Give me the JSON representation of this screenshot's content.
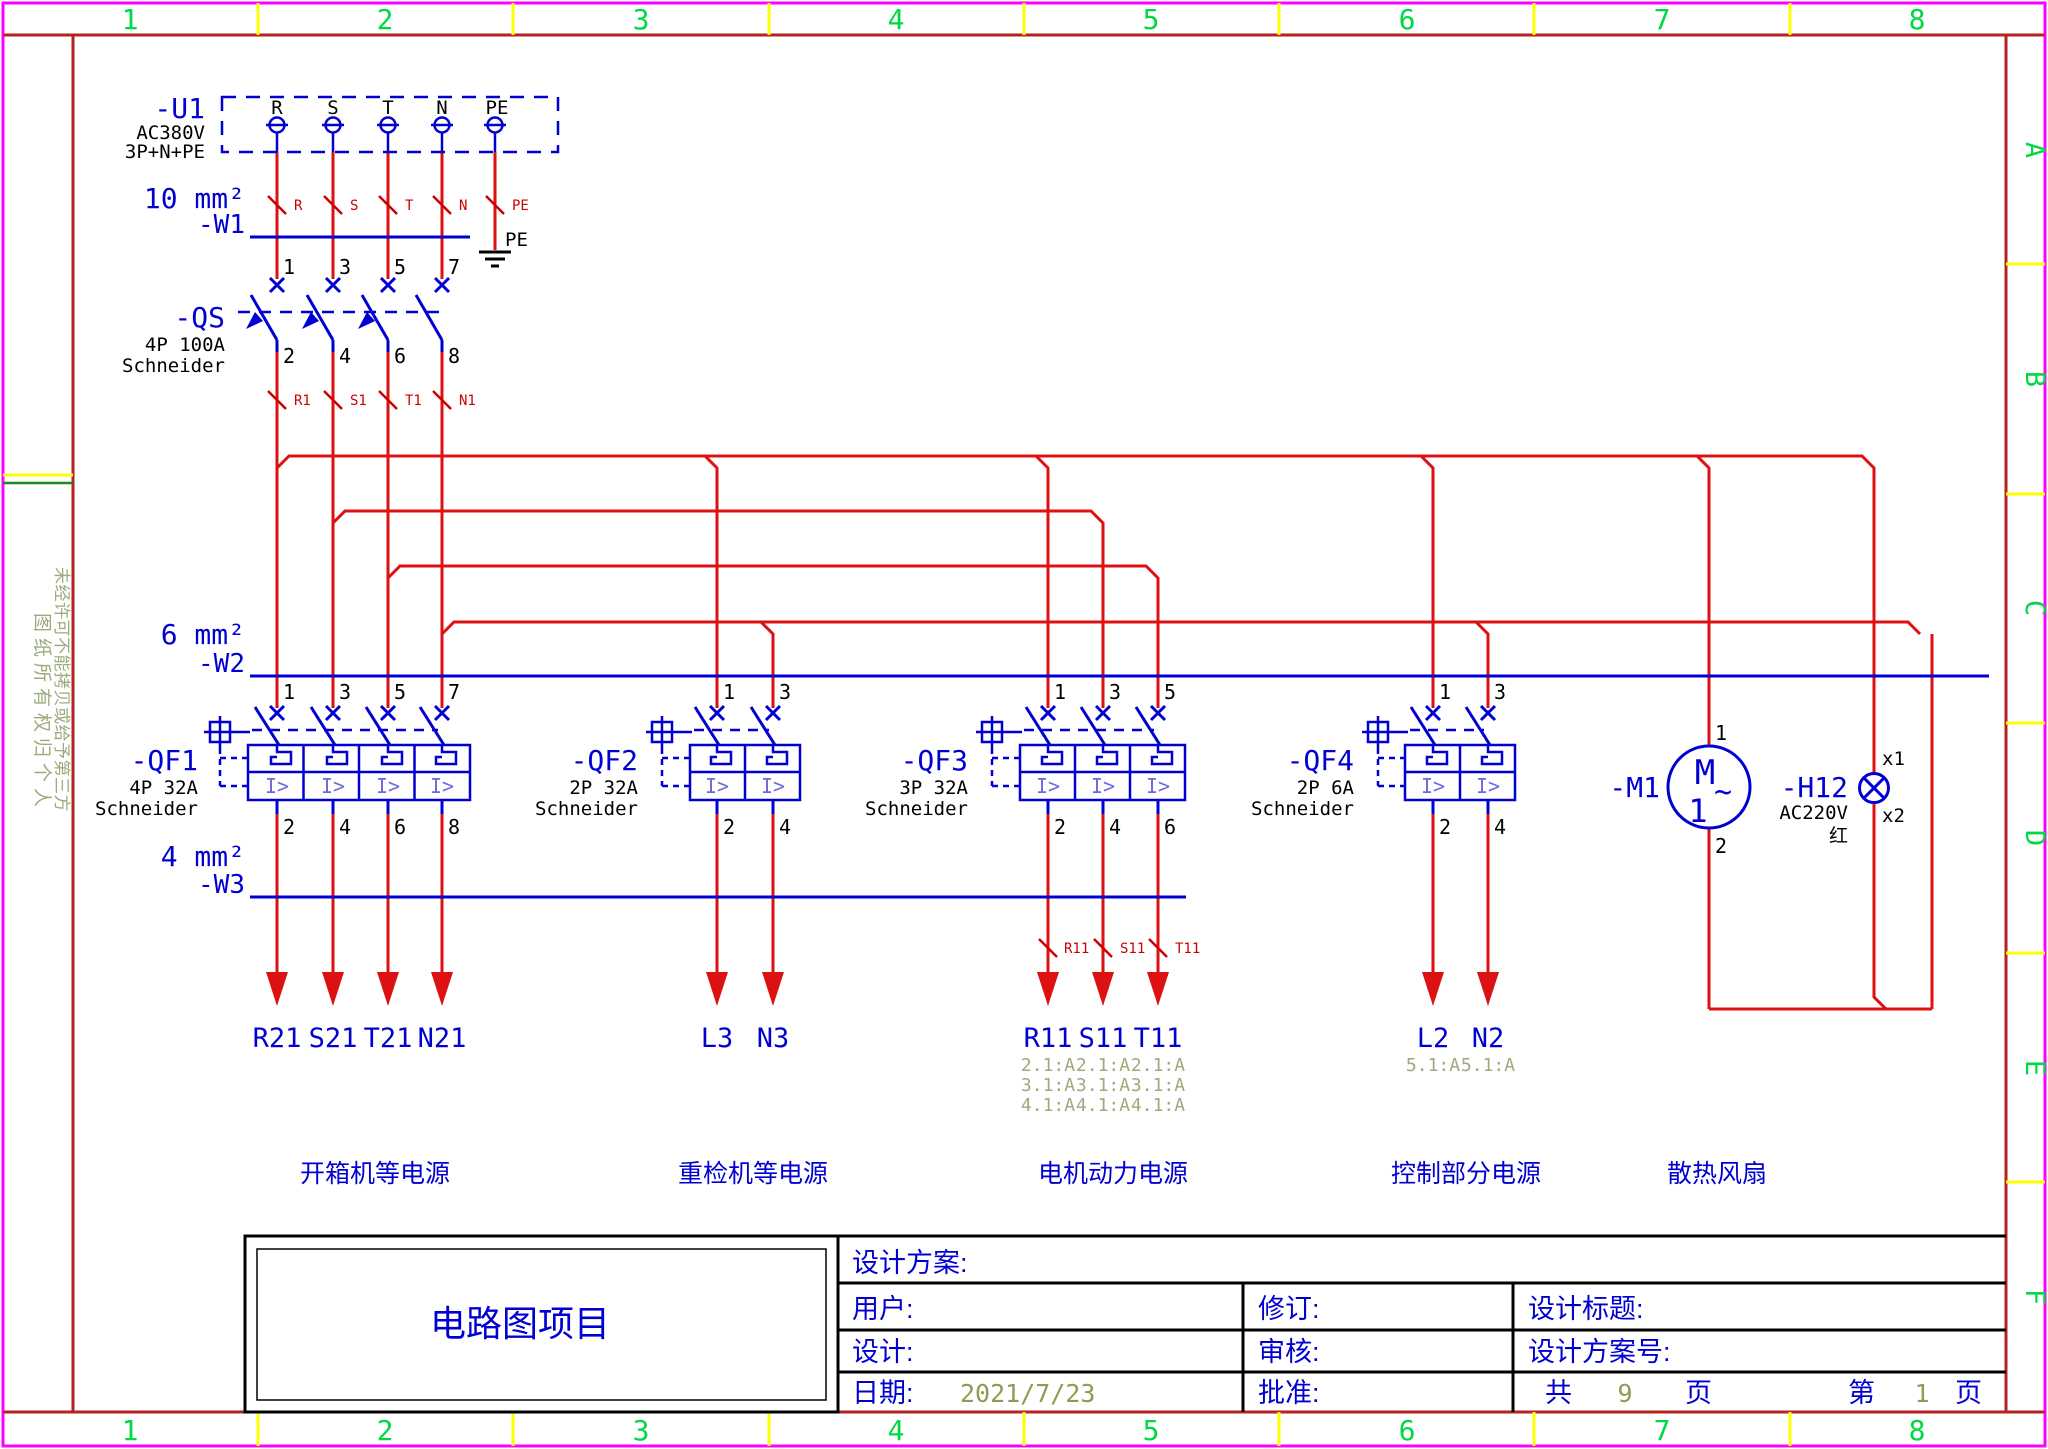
{
  "border": {
    "zones": [
      "1",
      "2",
      "3",
      "4",
      "5",
      "6",
      "7",
      "8"
    ],
    "rows": [
      "A",
      "B",
      "C",
      "D",
      "E",
      "F"
    ],
    "note1": "图纸所有权归个人",
    "note2": "未经许可不能拷贝或给予第三方"
  },
  "incomer": {
    "tag": "-U1",
    "voltage": "AC380V",
    "config": "3P+N+PE",
    "terminals": [
      "R",
      "S",
      "T",
      "N",
      "PE"
    ],
    "pe": "PE"
  },
  "w1": {
    "size": "10 mm²",
    "tag": "-W1",
    "wires": [
      "R",
      "S",
      "T",
      "N",
      "PE"
    ]
  },
  "qs": {
    "tag": "-QS",
    "rating": "4P 100A",
    "brand": "Schneider",
    "top": [
      "1",
      "3",
      "5",
      "7"
    ],
    "bottom": [
      "2",
      "4",
      "6",
      "8"
    ],
    "wires": [
      "R1",
      "S1",
      "T1",
      "N1"
    ]
  },
  "w2": {
    "size": "6 mm²",
    "tag": "-W2"
  },
  "w3": {
    "size": "4 mm²",
    "tag": "-W3"
  },
  "breakers": [
    {
      "tag": "-QF1",
      "rating": "4P 32A",
      "brand": "Schneider",
      "top": [
        "1",
        "3",
        "5",
        "7"
      ],
      "bottom": [
        "2",
        "4",
        "6",
        "8"
      ],
      "trip": "I>"
    },
    {
      "tag": "-QF2",
      "rating": "2P 32A",
      "brand": "Schneider",
      "top": [
        "1",
        "3"
      ],
      "bottom": [
        "2",
        "4"
      ],
      "trip": "I>"
    },
    {
      "tag": "-QF3",
      "rating": "3P 32A",
      "brand": "Schneider",
      "top": [
        "1",
        "3",
        "5"
      ],
      "bottom": [
        "2",
        "4",
        "6"
      ],
      "trip": "I>"
    },
    {
      "tag": "-QF4",
      "rating": "2P 6A",
      "brand": "Schneider",
      "top": [
        "1",
        "3"
      ],
      "bottom": [
        "2",
        "4"
      ],
      "trip": "I>"
    }
  ],
  "outputs": {
    "qf1": [
      "R21",
      "S21",
      "T21",
      "N21"
    ],
    "qf2": [
      "L3",
      "N3"
    ],
    "qf3": [
      "R11",
      "S11",
      "T11"
    ],
    "qf3_ticks": [
      "R11",
      "S11",
      "T11"
    ],
    "qf3_refs": [
      "2.1:A",
      "3.1:A",
      "4.1:A"
    ],
    "qf4": [
      "L2",
      "N2"
    ],
    "qf4_refs": [
      "5.1:A",
      "5.1:A"
    ]
  },
  "motor": {
    "tag": "-M1",
    "m": "M",
    "one": "1",
    "tilde": "~",
    "t1": "1",
    "t2": "2"
  },
  "lamp": {
    "tag": "-H12",
    "voltage": "AC220V",
    "note": "红",
    "t1": "x1",
    "t2": "x2"
  },
  "sections": [
    "开箱机等电源",
    "重检机等电源",
    "电机动力电源",
    "控制部分电源",
    "散热风扇"
  ],
  "title_block": {
    "project": "电路图项目",
    "scheme": "设计方案:",
    "user": "用户:",
    "revision": "修订:",
    "design_title": "设计标题:",
    "designer": "设计:",
    "reviewer": "审核:",
    "scheme_no": "设计方案号:",
    "date_label": "日期:",
    "date": "2021/7/23",
    "approver": "批准:",
    "total_pre": "共",
    "total_pages": "9",
    "total_post": "页",
    "page_pre": "第",
    "page_no": "1",
    "page_post": "页"
  },
  "colors": {
    "blue": "#0000d2",
    "red": "#dd1111",
    "frame_red": "#b42222",
    "magenta": "#ff00ff",
    "yellow": "#ffff00",
    "green": "#00d944",
    "sage": "#9cab7c",
    "olive": "#8a9e52",
    "trip_blue": "#6b6bdb"
  }
}
